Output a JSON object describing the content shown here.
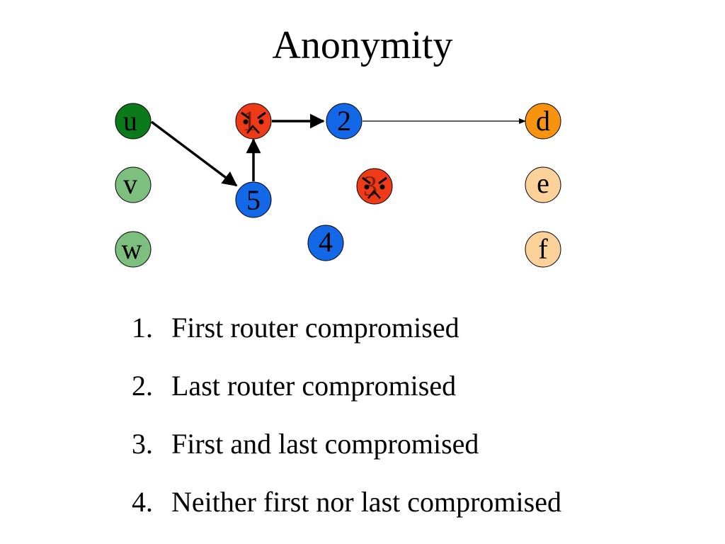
{
  "slide": {
    "title": "Anonymity"
  },
  "colors": {
    "source_active": "#0b7a1a",
    "source_idle": "#7cbf7e",
    "router": "#1268e6",
    "compromised": "#ee3a16",
    "dest_active": "#f7930f",
    "dest_idle": "#fdd19a",
    "edge": "#000000"
  },
  "nodes": {
    "u": {
      "label": "u",
      "role": "source",
      "active": true
    },
    "v": {
      "label": "v",
      "role": "source",
      "active": false
    },
    "w": {
      "label": "w",
      "role": "source",
      "active": false
    },
    "r1": {
      "label": "1",
      "role": "router",
      "compromised": true,
      "icon": "angry-face-icon"
    },
    "r2": {
      "label": "2",
      "role": "router",
      "compromised": false
    },
    "r3": {
      "label": "3",
      "role": "router",
      "compromised": true,
      "icon": "angry-face-icon"
    },
    "r4": {
      "label": "4",
      "role": "router",
      "compromised": false
    },
    "r5": {
      "label": "5",
      "role": "router",
      "compromised": false
    },
    "d": {
      "label": "d",
      "role": "destination",
      "active": true
    },
    "e": {
      "label": "e",
      "role": "destination",
      "active": false
    },
    "f": {
      "label": "f",
      "role": "destination",
      "active": false
    }
  },
  "edges": [
    {
      "from": "u",
      "to": "r5",
      "style": "thick"
    },
    {
      "from": "r5",
      "to": "r1",
      "style": "thick"
    },
    {
      "from": "r1",
      "to": "r2",
      "style": "thick"
    },
    {
      "from": "r2",
      "to": "d",
      "style": "thin"
    }
  ],
  "cases": [
    {
      "number": "1.",
      "text": "First router compromised"
    },
    {
      "number": "2.",
      "text": "Last router compromised"
    },
    {
      "number": "3.",
      "text": "First and last compromised"
    },
    {
      "number": "4.",
      "text": "Neither first nor last compromised"
    }
  ]
}
